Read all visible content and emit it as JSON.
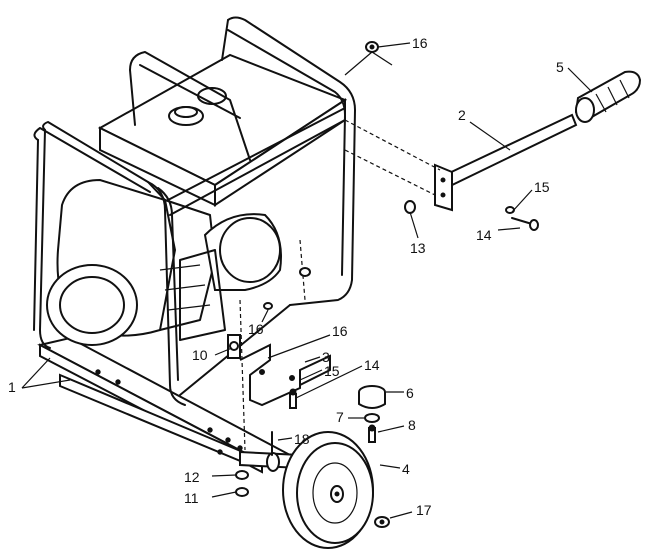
{
  "callouts": [
    {
      "id": "c16a",
      "label": "16"
    },
    {
      "id": "c5",
      "label": "5"
    },
    {
      "id": "c2",
      "label": "2"
    },
    {
      "id": "c15a",
      "label": "15"
    },
    {
      "id": "c14a",
      "label": "14"
    },
    {
      "id": "c13",
      "label": "13"
    },
    {
      "id": "c16b",
      "label": "16"
    },
    {
      "id": "c16c",
      "label": "16"
    },
    {
      "id": "c10",
      "label": "10"
    },
    {
      "id": "c3",
      "label": "3"
    },
    {
      "id": "c15b",
      "label": "15"
    },
    {
      "id": "c14b",
      "label": "14"
    },
    {
      "id": "c1",
      "label": "1"
    },
    {
      "id": "c6",
      "label": "6"
    },
    {
      "id": "c7",
      "label": "7"
    },
    {
      "id": "c8",
      "label": "8"
    },
    {
      "id": "c18",
      "label": "18"
    },
    {
      "id": "c4",
      "label": "4"
    },
    {
      "id": "c12",
      "label": "12"
    },
    {
      "id": "c11",
      "label": "11"
    },
    {
      "id": "c17",
      "label": "17"
    }
  ]
}
